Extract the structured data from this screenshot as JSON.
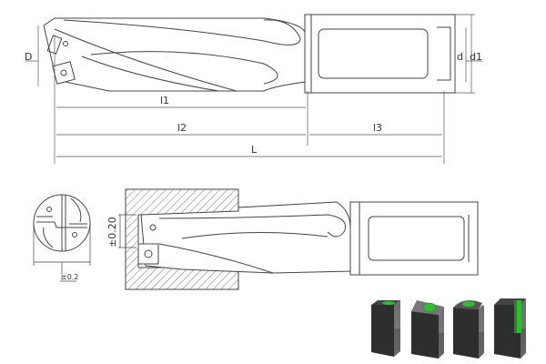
{
  "top_view": {
    "labels": {
      "D": "D",
      "d": "d",
      "d1": "d1",
      "l1": "l1",
      "l2": "l2",
      "l3": "l3",
      "L": "L"
    }
  },
  "bottom_view": {
    "tolerance_offset": "±0.20",
    "tolerance_center": "±0.2"
  },
  "insert_types": {
    "count": 4,
    "body_color": "#555555",
    "coolant_color": "#33bb33"
  }
}
